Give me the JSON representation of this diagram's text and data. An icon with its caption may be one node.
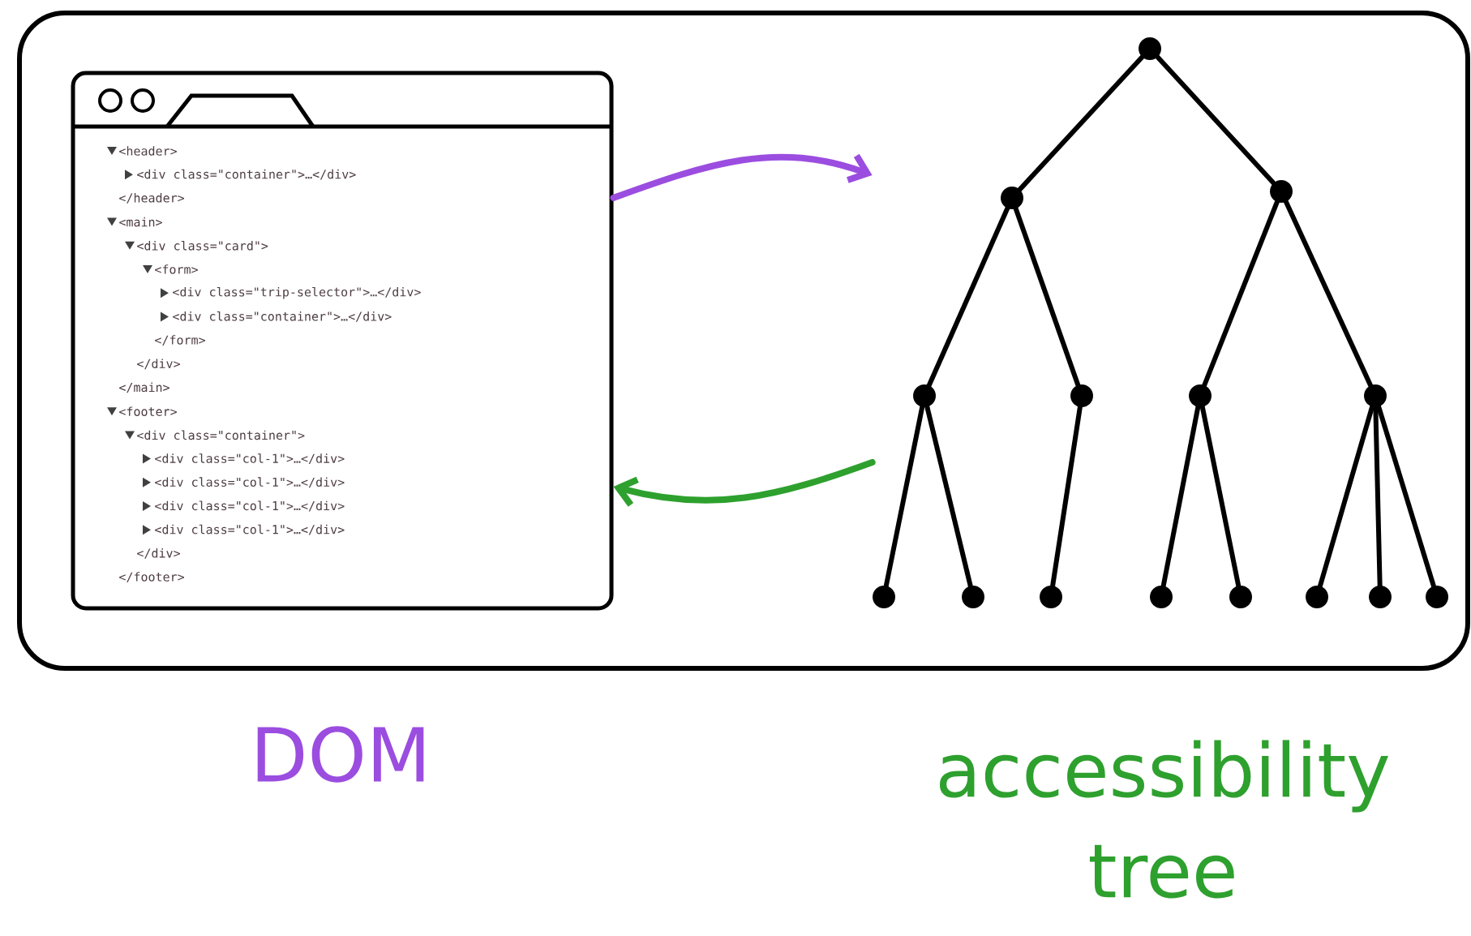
{
  "diagram": {
    "nodes": [
      {
        "text": [],
        "shape": "box"
      },
      {
        "text": [
          "<header>",
          "<div class=\"container\">…</div>",
          "</header>",
          "<main>",
          "<div class=\"card\">",
          "<form>",
          "<div class=\"trip-selector\">…</div>",
          "<div class=\"container\">…</div>",
          "</form>",
          "</div>",
          "</main>",
          "<footer>",
          "<div class=\"container\">",
          "<div class=\"col-1\">…</div>",
          "<div class=\"col-1\">…</div>",
          "<div class=\"col-1\">…</div>",
          "<div class=\"col-1\">…</div>",
          "</div>",
          "</footer>"
        ],
        "in": 0,
        "beside": [
          "DOM"
        ]
      },
      {
        "text": [],
        "shape": "tree",
        "in": 0,
        "beside": [
          "accessibility tree"
        ]
      }
    ],
    "edges": [
      {
        "from": 1,
        "to": 2,
        "arrow": "to",
        "color": "#9b4de0"
      },
      {
        "from": 2,
        "to": 1,
        "arrow": "to",
        "color": "#2ea02e"
      }
    ]
  }
}
